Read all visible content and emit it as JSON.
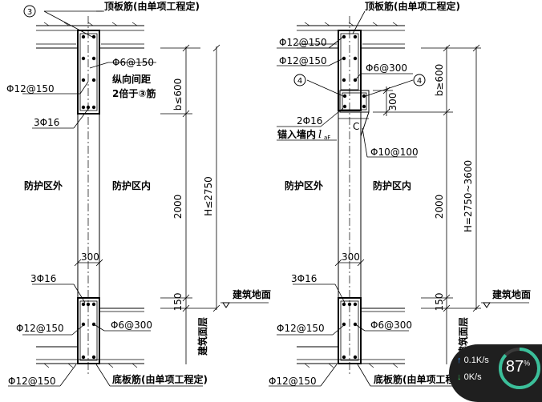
{
  "left_detail": {
    "circle_mark": "3",
    "top_slab_label": "顶板筋(由单项工程定)",
    "stirrup_label": "Φ6@150",
    "dist_label_1": "纵向间距",
    "dist_label_2": "2倍于③筋",
    "side_bar_label": "Φ12@150",
    "corner_bar_label": "3Φ16",
    "dim_b": "b≤600",
    "dim_h": "H≤2750",
    "dim_2000": "2000",
    "zone_out": "防护区外",
    "zone_in": "防护区内",
    "dim_300": "300",
    "bottom_corner_label": "3Φ16",
    "bottom_side_label": "Φ12@150",
    "bottom_stirrup_label": "Φ6@300",
    "dim_150": "150",
    "floor_label": "建筑地面",
    "surface_label": "建筑面层",
    "bottom_slab_label": "底板筋(由单项工程定)",
    "foot_bar_label": "Φ12@150"
  },
  "right_detail": {
    "top_slab_label": "顶板筋(由单项工程定)",
    "bar_label_1": "Φ12@150",
    "bar_label_2": "Φ12@150",
    "stirrup_label": "Φ6@300",
    "circle_mark_a": "4",
    "circle_mark_b": "4",
    "dim_b": "b≥600",
    "dim_300": "300",
    "anchor_bar": "2Φ16",
    "anchor_text": "锚入墙内",
    "anchor_len": "l",
    "anchor_sub": "aF",
    "c_mark": "C",
    "tie_label": "Φ10@100",
    "dim_h": "H=2750~3600",
    "dim_2000": "2000",
    "zone_out": "防护区外",
    "zone_in": "防护区内",
    "dim_300b": "300",
    "bottom_corner_label": "3Φ16",
    "bottom_side_label": "Φ12@150",
    "bottom_stirrup_label": "Φ6@300",
    "dim_150": "150",
    "floor_label": "建筑地面",
    "surface_label": "建筑面层",
    "bottom_slab_label": "底板筋(由单项工程定)",
    "foot_bar_label": "Φ12@150"
  },
  "net_widget": {
    "up_speed": "0.1",
    "up_unit": "K/s",
    "down_speed": "0",
    "down_unit": "K/s",
    "percent": "87",
    "percent_unit": "%",
    "arrow_up": "↑",
    "arrow_down": "↓"
  }
}
